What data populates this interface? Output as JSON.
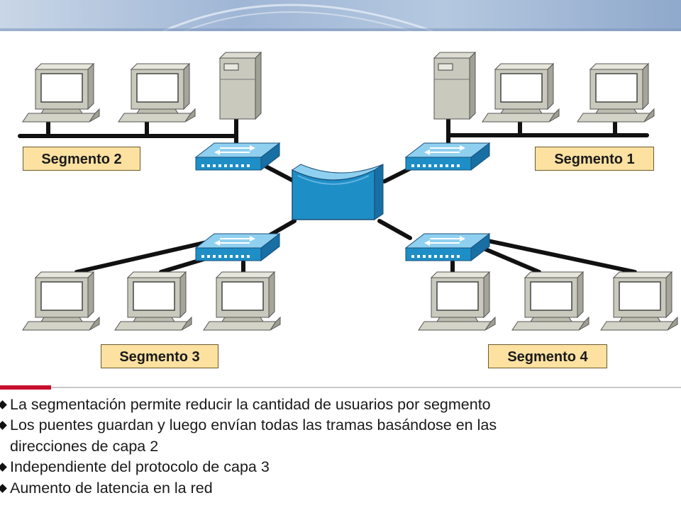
{
  "segments": {
    "s1": "Segmento 1",
    "s2": "Segmento 2",
    "s3": "Segmento 3",
    "s4": "Segmento 4"
  },
  "bullets": [
    "La segmentación permite reducir la cantidad de usuarios por segmento",
    "Los puentes guardan y luego envían todas las tramas basándose en las",
    "Independiente del protocolo de capa 3",
    "Aumento de latencia en la red"
  ],
  "bullet_continuation": "direcciones de capa 2",
  "colors": {
    "label_bg": "#fde1a1",
    "device_blue": "#1e8ec6",
    "accent_red": "#c8102e",
    "banner_blue": "#a7bfdc"
  },
  "icons": [
    "workstation-icon",
    "server-icon",
    "bridge-icon",
    "router-icon"
  ]
}
